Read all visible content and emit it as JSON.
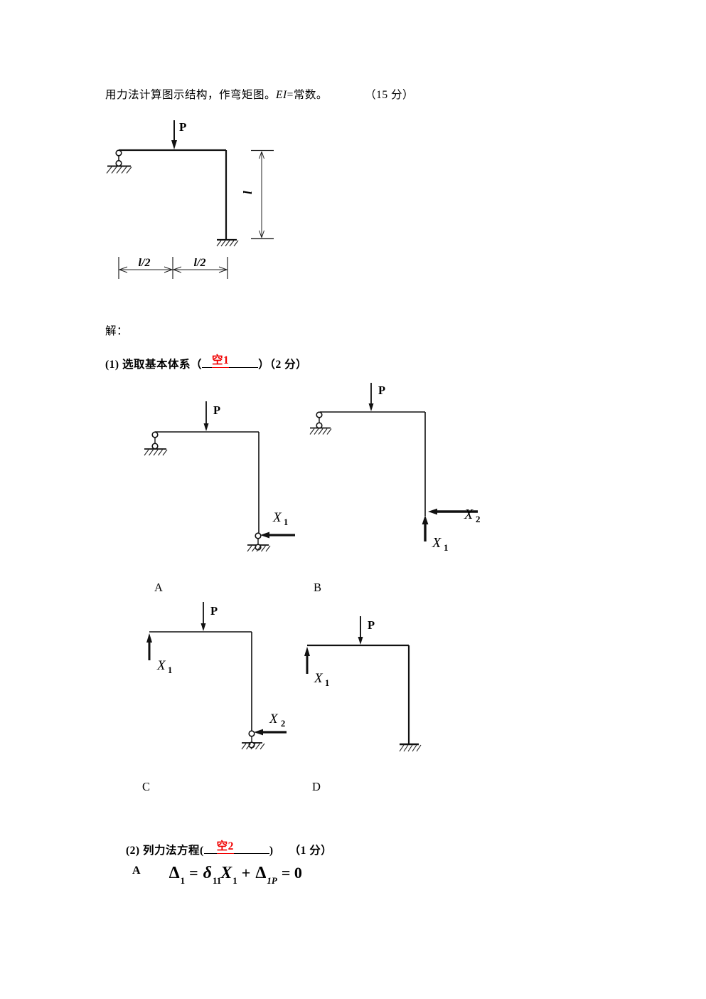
{
  "title": {
    "pre": "用力法计算图示结构，作弯矩图。",
    "ei": "EI",
    "post": "=常数。",
    "score": "（15 分）"
  },
  "solution": {
    "label": "解："
  },
  "q1": {
    "prefix": "(1) 选取基本体系",
    "open": "（",
    "blank": "空1",
    "close": "）",
    "score": "（2 分）"
  },
  "q2": {
    "prefix": "(2) 列力法方程",
    "open": "(",
    "blank": "空2",
    "close": ")",
    "score": "（1 分）",
    "option": "A"
  },
  "equation": {
    "parts": [
      {
        "t": "Δ",
        "sub": "1"
      },
      {
        "t": "="
      },
      {
        "t": "δ",
        "sub": "11"
      },
      {
        "t": "X",
        "sub": "1"
      },
      {
        "t": "+"
      },
      {
        "t": "Δ",
        "sub": "1P"
      },
      {
        "t": "= 0"
      }
    ]
  },
  "figures": {
    "main": {
      "load": "P",
      "dim_w1": "l/2",
      "dim_w2": "l/2",
      "dim_h": "l"
    },
    "optionA": {
      "label": "A",
      "load": "P",
      "f1": "X",
      "f1sub": "1"
    },
    "optionB": {
      "label": "B",
      "load": "P",
      "f1": "X",
      "f1sub": "1",
      "f2": "X",
      "f2sub": "2"
    },
    "optionC": {
      "label": "C",
      "load": "P",
      "f1": "X",
      "f1sub": "1",
      "f2": "X",
      "f2sub": "2"
    },
    "optionD": {
      "label": "D",
      "load": "P",
      "f1": "X",
      "f1sub": "1"
    }
  },
  "colors": {
    "accent_red": "#f00000",
    "ink": "#000000"
  }
}
